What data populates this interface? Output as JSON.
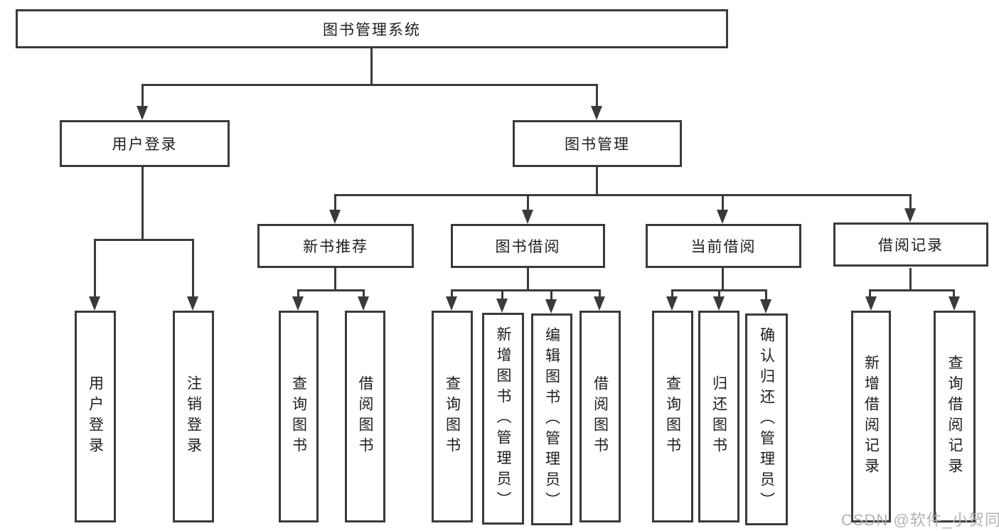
{
  "diagram": {
    "root": "图书管理系统",
    "level2": {
      "user_login": "用户登录",
      "book_management": "图书管理"
    },
    "level3": {
      "new_book_recommend": "新书推荐",
      "book_borrowing": "图书借阅",
      "current_borrowing": "当前借阅",
      "borrowing_records": "借阅记录"
    },
    "leaves": {
      "user_login_children": [
        "用户登录",
        "注销登录"
      ],
      "new_book_recommend_children": [
        "查询图书",
        "借阅图书"
      ],
      "book_borrowing_children": [
        "查询图书",
        "新增图书（管理员）",
        "编辑图书（管理员）",
        "借阅图书"
      ],
      "current_borrowing_children": [
        "查询图书",
        "归还图书",
        "确认归还（管理员）"
      ],
      "borrowing_records_children": [
        "新增借阅记录",
        "查询借阅记录"
      ]
    }
  },
  "watermark": "CSDN @软件_小贺同学",
  "colors": {
    "line": "#3a3a3a",
    "box_border": "#3a3a3a",
    "text": "#1d1d1d",
    "watermark": "#afafaf",
    "background": "#ffffff"
  }
}
